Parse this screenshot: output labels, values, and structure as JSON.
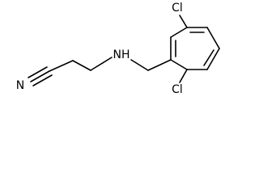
{
  "molecule": {
    "atoms": {
      "cl_top": "Cl",
      "cl_bottom": "Cl",
      "amine": "NH",
      "nitrile_n": "N"
    },
    "colors": {
      "bond": "#000000",
      "label": "#000000",
      "background": "#ffffff"
    }
  }
}
